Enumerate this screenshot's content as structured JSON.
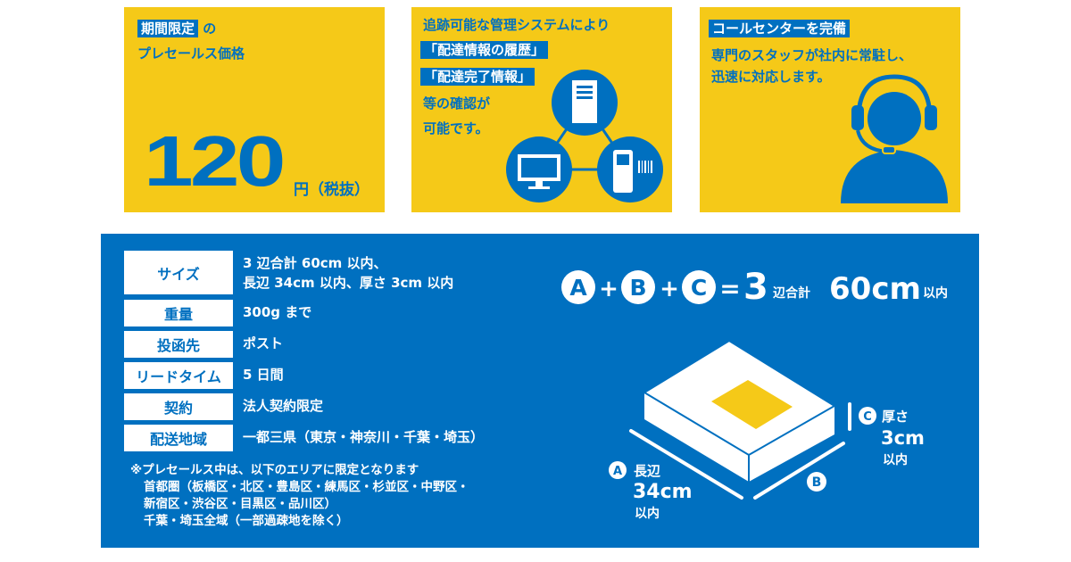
{
  "colors": {
    "yellow": "#f5c918",
    "blue": "#0070c0",
    "white": "#ffffff"
  },
  "price_card": {
    "badge": "期間限定",
    "suffix": "の",
    "subtitle": "プレセールス価格",
    "price": "120",
    "unit": "円（税抜）"
  },
  "tracking_card": {
    "line1": "追跡可能な管理システムにより",
    "hl1": "「配達情報の履歴」",
    "hl2": "「配達完了情報」",
    "line2": "等の確認が",
    "line3": "可能です。",
    "icons": [
      "server-icon",
      "monitor-icon",
      "scanner-icon"
    ]
  },
  "call_card": {
    "badge": "コールセンターを完備",
    "line1": "専門のスタッフが社内に常駐し、",
    "line2": "迅速に対応します。",
    "icon": "headset-operator-icon"
  },
  "specs": [
    {
      "label": "サイズ",
      "value": [
        "3 辺合計 60cm 以内、",
        "長辺 34cm 以内、厚さ 3cm 以内"
      ]
    },
    {
      "label": "重量",
      "value": [
        "300g まで"
      ]
    },
    {
      "label": "投函先",
      "value": [
        "ポスト"
      ]
    },
    {
      "label": "リードタイム",
      "value": [
        "5 日間"
      ]
    },
    {
      "label": "契約",
      "value": [
        "法人契約限定"
      ]
    },
    {
      "label": "配送地域",
      "value": [
        "一都三県（東京・神奈川・千葉・埼玉）"
      ]
    }
  ],
  "note": [
    "※プレセールス中は、以下のエリアに限定となります",
    "首都圏（板橋区・北区・豊島区・練馬区・杉並区・中野区・",
    "新宿区・渋谷区・目黒区・品川区）",
    "千葉・埼玉全域（一部過疎地を除く）"
  ],
  "formula": {
    "a": "A",
    "b": "B",
    "c": "C",
    "plus": "+",
    "eq": "=",
    "three": "3",
    "sides": "辺合計",
    "total": "60cm",
    "within": "以内"
  },
  "diagram": {
    "a_label": "長辺",
    "a_value": "34cm",
    "a_within": "以内",
    "b_label": "B",
    "c_label": "厚さ",
    "c_value": "3cm",
    "c_within": "以内"
  }
}
